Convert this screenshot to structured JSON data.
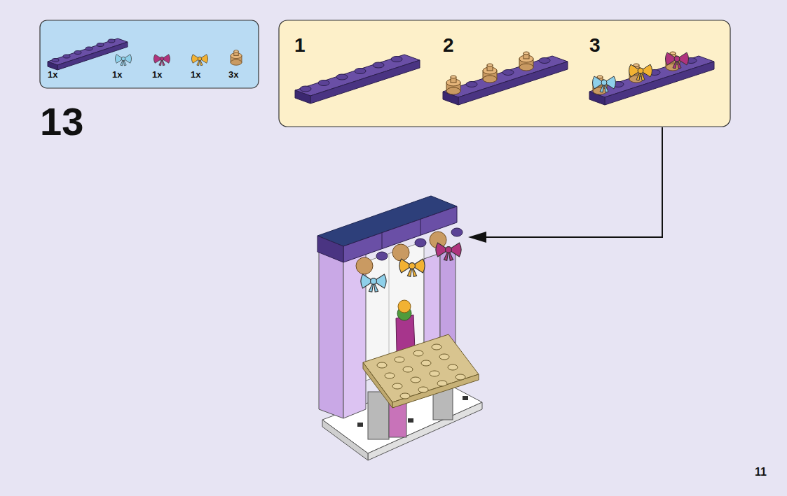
{
  "diagram": {
    "nodes": [
      {
        "text": [
          "1x",
          "1x",
          "1x",
          "1x",
          "3x"
        ]
      },
      {
        "text": [
          "1",
          "2",
          "3"
        ]
      }
    ],
    "labels": [
      "13",
      "11"
    ]
  }
}
